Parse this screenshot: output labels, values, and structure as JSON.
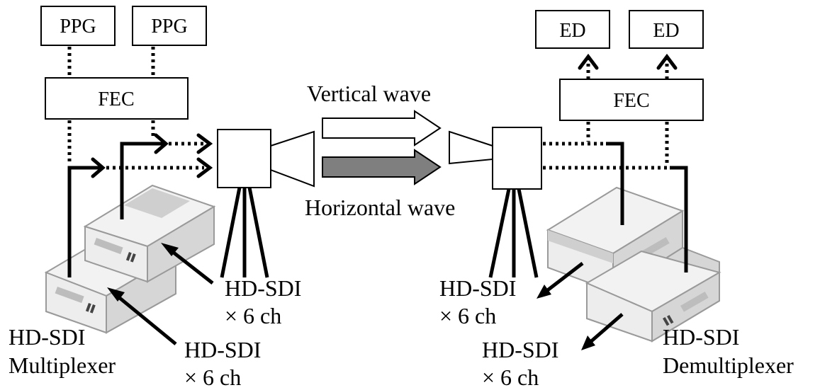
{
  "ppg_left": "PPG",
  "ppg_right": "PPG",
  "fec_left": "FEC",
  "fec_right": "FEC",
  "ed_left": "ED",
  "ed_right": "ED",
  "vertical_wave": "Vertical wave",
  "horizontal_wave": "Horizontal wave",
  "hdsdi_in_upper": {
    "line1": "HD-SDI",
    "line2": "× 6 ch"
  },
  "hdsdi_in_lower": {
    "line1": "HD-SDI",
    "line2": "× 6 ch"
  },
  "hdsdi_out_upper": {
    "line1": "HD-SDI",
    "line2": "× 6 ch"
  },
  "hdsdi_out_lower": {
    "line1": "HD-SDI",
    "line2": "× 6 ch"
  },
  "multiplexer": {
    "line1": "HD-SDI",
    "line2": "Multiplexer"
  },
  "demultiplexer": {
    "line1": "HD-SDI",
    "line2": "Demultiplexer"
  },
  "colors": {
    "vertical_arrow": "#ffffff",
    "horizontal_arrow": "#7f7f7f",
    "device": "#f2f2f2"
  }
}
